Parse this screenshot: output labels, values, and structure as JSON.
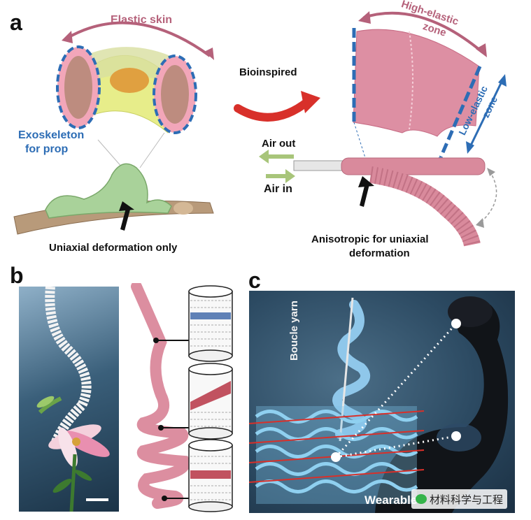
{
  "panel_a": {
    "letter": "a",
    "elastic_skin": "Elastic skin",
    "exoskeleton_line1": "Exoskeleton",
    "exoskeleton_line2": "for prop",
    "uniaxial_only": "Uniaxial deformation only",
    "bioinspired": "Bioinspired",
    "high_elastic_line1": "High-elastic",
    "high_elastic_line2": "zone",
    "low_elastic_line1": "Low-elastic",
    "low_elastic_line2": "zone",
    "air_out": "Air out",
    "air_in": "Air in",
    "anisotropic_line1": "Anisotropic for uniaxial",
    "anisotropic_line2": "deformation"
  },
  "panel_b": {
    "letter": "b"
  },
  "panel_c": {
    "letter": "c",
    "boucle_yarn": "Boucle yarn",
    "wearable_text": "Wearable",
    "watermark": "材料科学与工程"
  },
  "colors": {
    "mauve_label": "#b5617a",
    "blue_label": "#2d6db5",
    "tube_pink": "#d98a9c",
    "arrow_green": "#a8c57a",
    "dark_bg": "#1f3a50"
  }
}
